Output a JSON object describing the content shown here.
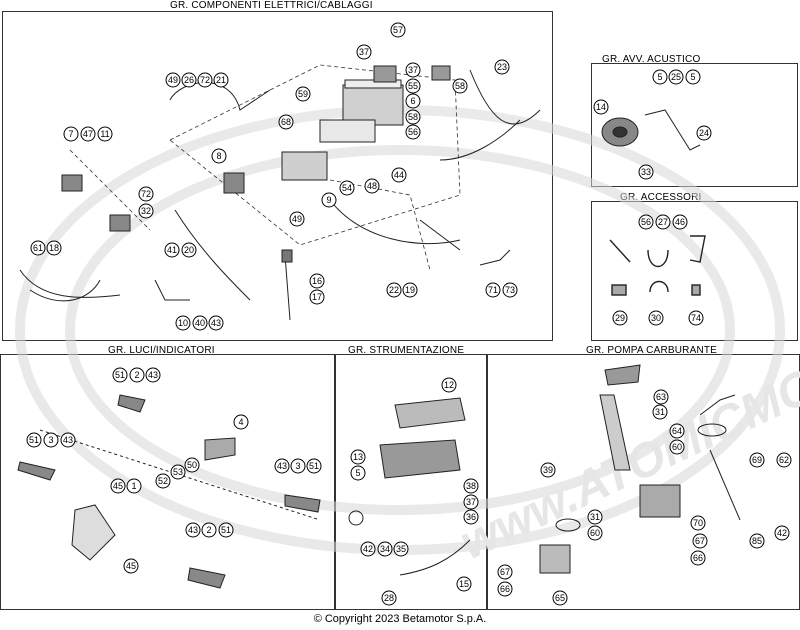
{
  "groups": {
    "elettrici": {
      "title": "GR. COMPONENTI ELETTRICI/CABLAGGI"
    },
    "acustico": {
      "title": "GR. AVV. ACUSTICO"
    },
    "accessori": {
      "title": "GR. ACCESSORI"
    },
    "luci": {
      "title": "GR. LUCI/INDICATORI"
    },
    "strumentazione": {
      "title": "GR. STRUMENTAZIONE"
    },
    "pompa": {
      "title": "GR. POMPA CARBURANTE"
    }
  },
  "callouts": {
    "elettrici": [
      "57",
      "37",
      "55",
      "37",
      "6",
      "58",
      "56",
      "58",
      "23",
      "59",
      "68",
      "49",
      "26",
      "72",
      "21",
      "7",
      "47",
      "11",
      "8",
      "72",
      "32",
      "54",
      "48",
      "9",
      "44",
      "49",
      "41",
      "20",
      "61",
      "18",
      "16",
      "17",
      "22",
      "19",
      "71",
      "73",
      "10",
      "40",
      "43"
    ],
    "acustico": [
      "5",
      "25",
      "5",
      "14",
      "24",
      "33"
    ],
    "accessori": [
      "56",
      "27",
      "46",
      "29",
      "30",
      "74"
    ],
    "luci": [
      "51",
      "2",
      "43",
      "4",
      "51",
      "3",
      "43",
      "50",
      "53",
      "52",
      "43",
      "3",
      "51",
      "45",
      "1",
      "45",
      "43",
      "2",
      "51"
    ],
    "strumentazione": [
      "12",
      "13",
      "5",
      "38",
      "37",
      "36",
      "42",
      "34",
      "35",
      "15",
      "28"
    ],
    "pompa": [
      "63",
      "31",
      "64",
      "60",
      "39",
      "69",
      "62",
      "42",
      "31",
      "60",
      "70",
      "67",
      "66",
      "85",
      "67",
      "66",
      "65"
    ]
  },
  "watermark": "www.ATOMICMOTO",
  "copyright": "© Copyright 2023 Betamotor S.p.A."
}
